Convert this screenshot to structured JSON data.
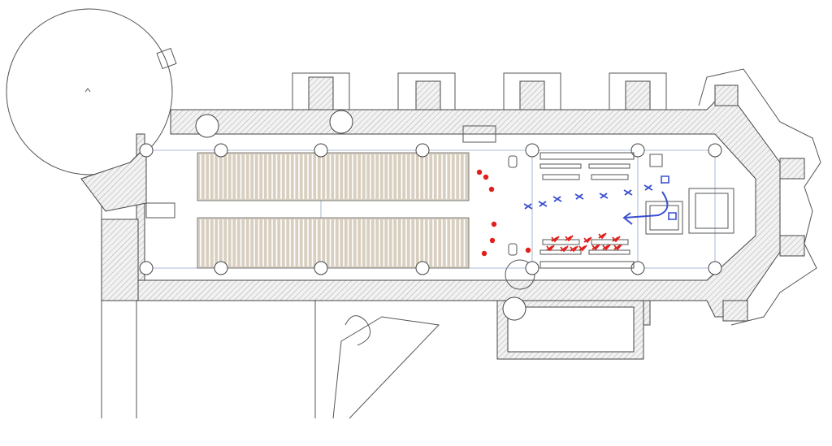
{
  "plan": {
    "colors": {
      "line": "#555555",
      "hatch": "#b0b0b0",
      "pews": "#d8cfc0",
      "grid": "#8fa6c8",
      "red_marks": "#e0201c",
      "blue_marks": "#3a4fd0"
    },
    "annotations": {
      "red_dot_count": 7,
      "red_check_count": 12,
      "blue_cross_count": 7,
      "blue_square_count": 2,
      "blue_arrow_count": 1
    }
  }
}
